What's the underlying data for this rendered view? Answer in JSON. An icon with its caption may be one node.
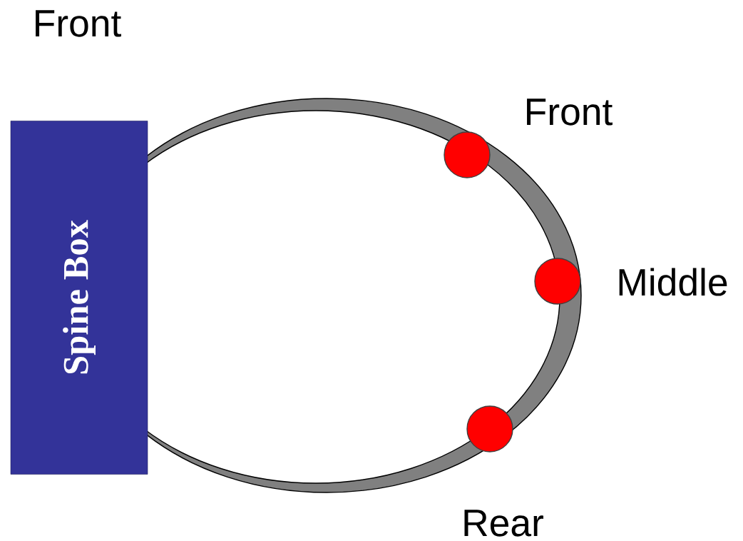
{
  "diagram": {
    "nodes": [
      {
        "text": [
          "Spine Box"
        ]
      },
      {
        "text": [],
        "shape": "circle",
        "beside": [
          "Front"
        ]
      },
      {
        "text": [],
        "shape": "circle",
        "beside": [
          "Middle"
        ]
      },
      {
        "text": [],
        "shape": "circle",
        "beside": [
          "Rear"
        ]
      }
    ],
    "labels": [
      "Front"
    ]
  }
}
